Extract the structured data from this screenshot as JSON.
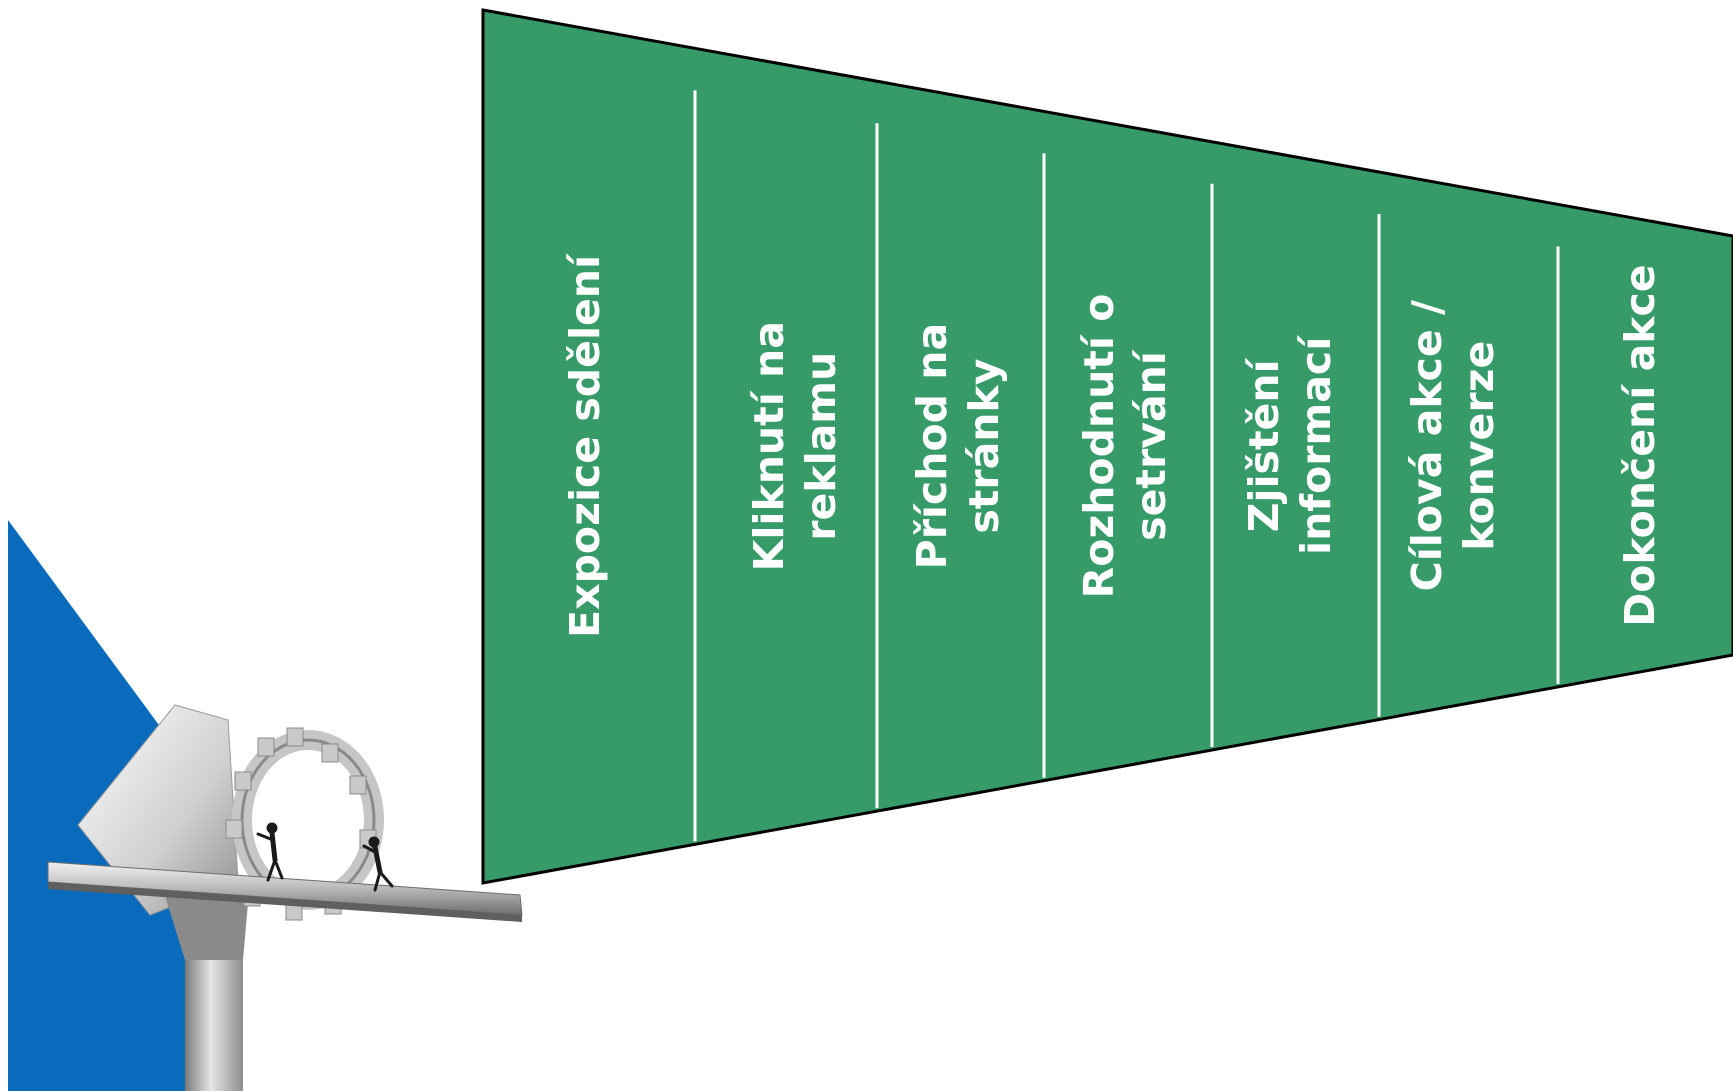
{
  "funnel": {
    "fill_color": "#369b69",
    "divider_color": "#ffffff",
    "outline_color": "#000000",
    "stages": [
      {
        "lines": [
          "Expozice sdělení"
        ]
      },
      {
        "lines": [
          "Kliknutí na",
          "reklamu"
        ]
      },
      {
        "lines": [
          "Příchod na",
          "stránky"
        ]
      },
      {
        "lines": [
          "Rozhodnutí o",
          "setrvání"
        ]
      },
      {
        "lines": [
          "Zjištění",
          "informací"
        ]
      },
      {
        "lines": [
          "Cílová akce /",
          "konverze"
        ]
      },
      {
        "lines": [
          "Dokončení akce"
        ]
      }
    ]
  },
  "decoration": {
    "triangle_color": "#0a6bbd",
    "illustration": "gear-wheel-on-beam-with-two-figures"
  }
}
